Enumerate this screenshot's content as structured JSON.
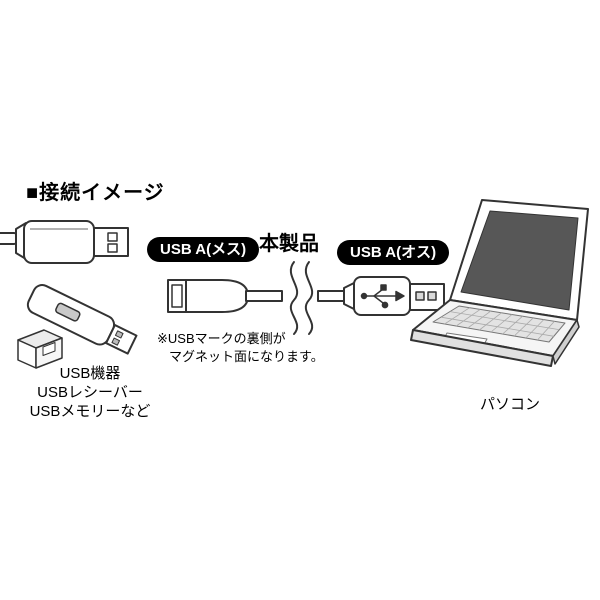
{
  "title": "■接続イメージ",
  "labels": {
    "female_connector": "USB A(メス)",
    "product": "本製品",
    "male_connector": "USB A(オス)"
  },
  "note": {
    "line1": "※USBマークの裏側が",
    "line2": "マグネット面になります。"
  },
  "devices": {
    "line1": "USB機器",
    "line2": "USBレシーバー",
    "line3": "USBメモリーなど"
  },
  "pc_label": "パソコン",
  "icons": {
    "usb_plug": "usb-plug-icon",
    "usb_memory": "usb-memory-stick-icon",
    "usb_receiver": "usb-receiver-icon",
    "female_connector": "usb-a-female-connector-icon",
    "cable_break": "cable-break-icon",
    "male_connector": "usb-a-male-connector-icon",
    "laptop": "laptop-icon",
    "usb_trident": "usb-trident-logo-icon"
  },
  "colors": {
    "label_bg": "#000000",
    "label_text": "#ffffff",
    "outline": "#333333",
    "screen_gray": "#575757",
    "body_gray": "#e8e8e8",
    "background": "#ffffff"
  }
}
